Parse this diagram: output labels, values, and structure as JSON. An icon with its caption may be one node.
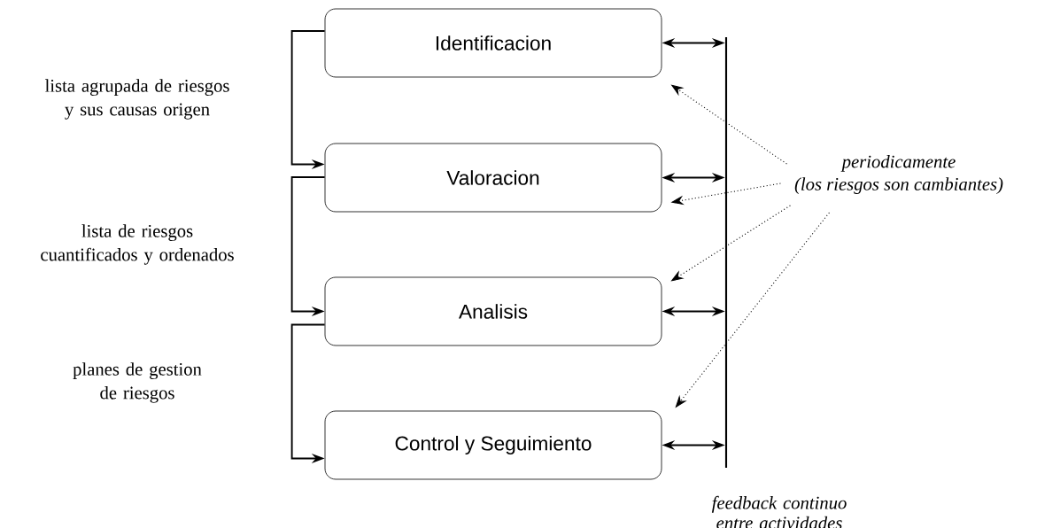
{
  "diagram": {
    "nodes": [
      {
        "text": [
          "Identificacion"
        ]
      },
      {
        "text": [
          "Valoracion"
        ]
      },
      {
        "text": [
          "Analisis"
        ]
      },
      {
        "text": [
          "Control y Seguimiento"
        ]
      },
      {
        "text": [],
        "shape": "bar",
        "beside": [
          "feedback continuo entre actividades"
        ]
      },
      {
        "text": [
          "periodicamente",
          "(los riesgos son cambiantes)"
        ]
      }
    ],
    "edges": [
      {
        "from": 0,
        "to": 1,
        "arrow": "to",
        "label": "lista agrupada de riesgos y sus causas origen"
      },
      {
        "from": 1,
        "to": 2,
        "arrow": "to",
        "label": "lista de riesgos cuantificados y ordenados"
      },
      {
        "from": 2,
        "to": 3,
        "arrow": "to",
        "label": "planes de gestion de riesgos"
      },
      {
        "from": 0,
        "to": 4,
        "arrow": "both"
      },
      {
        "from": 1,
        "to": 4,
        "arrow": "both"
      },
      {
        "from": 2,
        "to": 4,
        "arrow": "both"
      },
      {
        "from": 3,
        "to": 4,
        "arrow": "both"
      },
      {
        "from": 5,
        "to": 0,
        "arrow": "to",
        "style": "dashed"
      },
      {
        "from": 5,
        "to": 1,
        "arrow": "to",
        "style": "dashed"
      },
      {
        "from": 5,
        "to": 2,
        "arrow": "to",
        "style": "dashed"
      },
      {
        "from": 5,
        "to": 3,
        "arrow": "to",
        "style": "dashed"
      }
    ]
  }
}
